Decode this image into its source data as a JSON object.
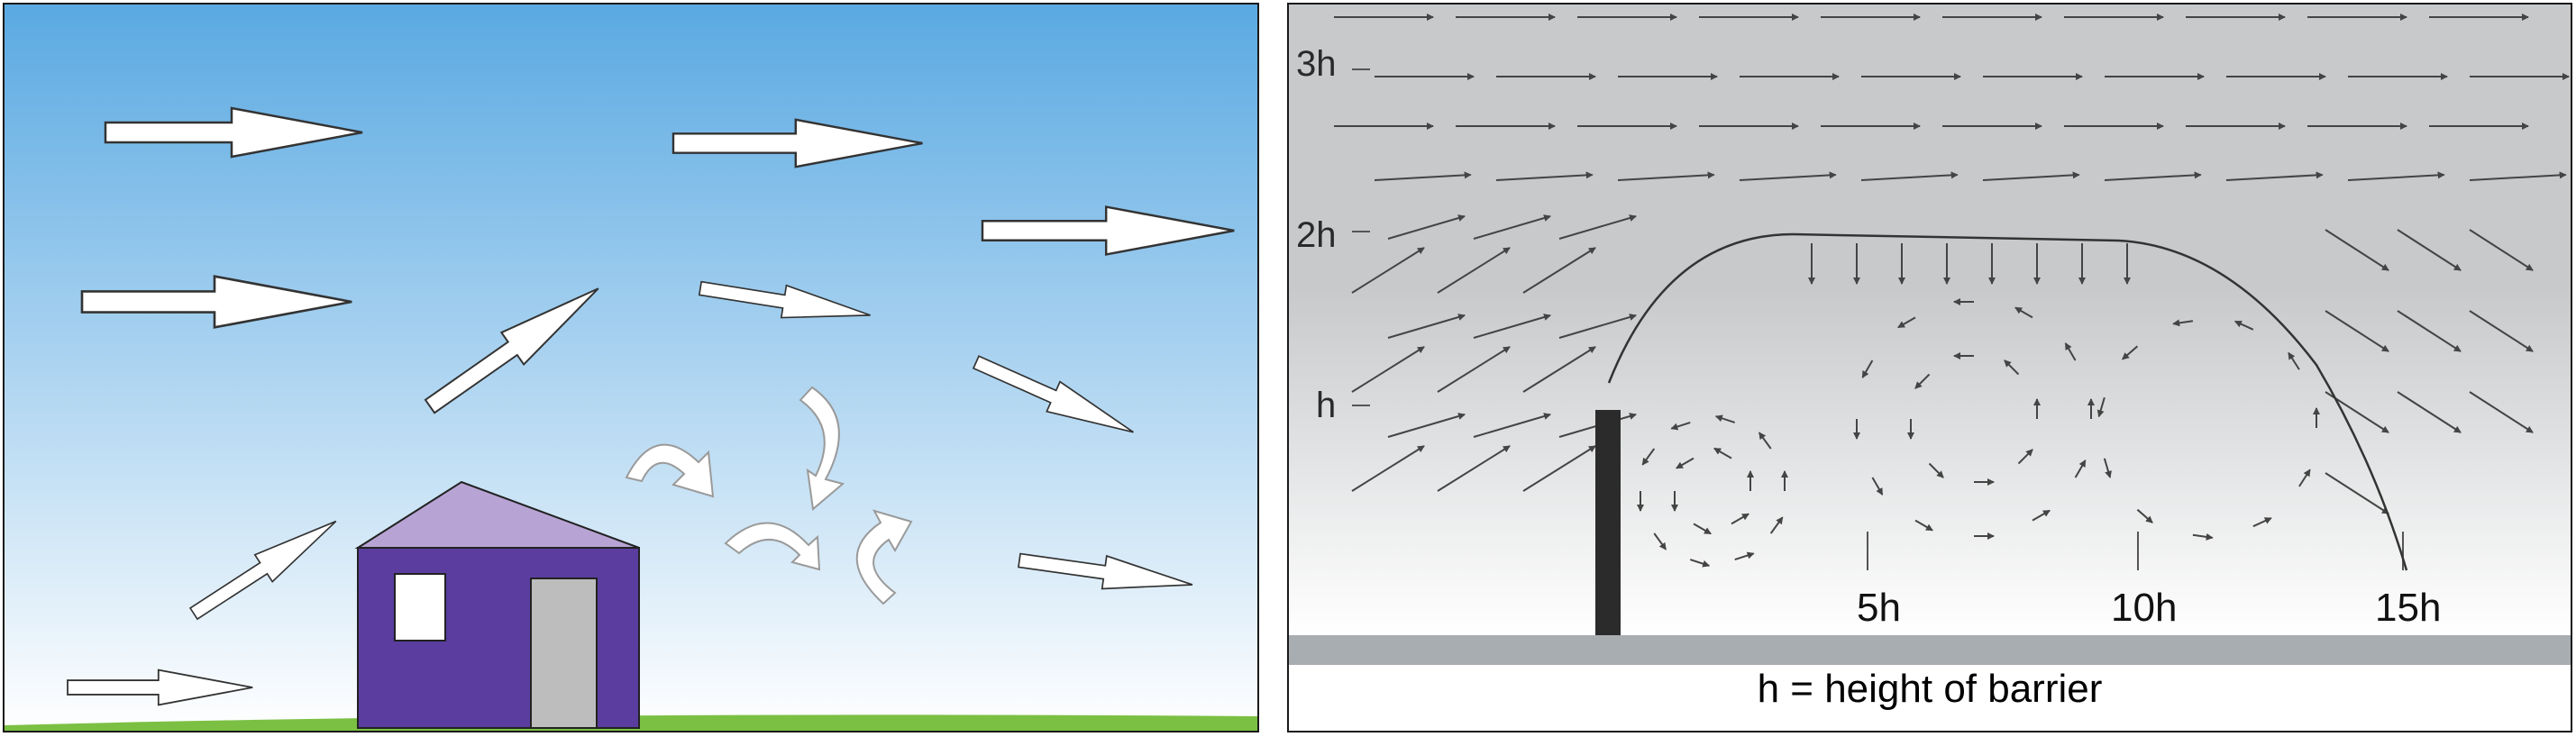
{
  "colors": {
    "sky_top": "#5aa9e2",
    "sky_bottom": "#ffffff",
    "grass": "#7bc043",
    "house_wall": "#5a3d9e",
    "house_roof": "#b8a4d4",
    "house_door": "#bdbdbd",
    "house_window": "#ffffff",
    "arrow_outline": "#333333",
    "barrier": "#2b2b2b",
    "ground": "#a8adb1",
    "field_gray": "#c7c9cb"
  },
  "icons": {
    "wind_arrow": "hollow-block-arrow-icon",
    "turbulence": "curved-eddy-arrow-icon",
    "flow_vector": "small-arrow-icon"
  },
  "right_diagram": {
    "height_labels": {
      "three_h": "3h",
      "two_h": "2h",
      "one_h": "h"
    },
    "distance_labels": {
      "five_h": "5h",
      "ten_h": "10h",
      "fifteen_h": "15h"
    },
    "caption": "h = height of barrier"
  }
}
